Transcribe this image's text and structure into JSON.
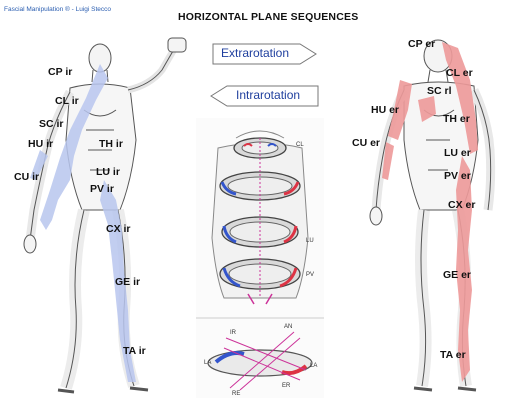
{
  "header": {
    "credit": "Fascial Manipulation ® - Luigi Stecco",
    "title": "HORIZONTAL PLANE SEQUENCES"
  },
  "arrows": {
    "extra": "Extrarotation",
    "intra": "Intrarotation"
  },
  "left_labels": {
    "cp": "CP ir",
    "cl": "CL ir",
    "sc": "SC ir",
    "hu": "HU ir",
    "th": "TH ir",
    "cu": "CU ir",
    "lu": "LU ir",
    "pv": "PV ir",
    "cx": "CX ir",
    "ge": "GE ir",
    "ta": "TA ir"
  },
  "right_labels": {
    "cp": "CP er",
    "cl": "CL er",
    "sc": "SC rl",
    "hu": "HU er",
    "th": "TH er",
    "cu": "CU er",
    "lu": "LU er",
    "pv": "PV er",
    "cx": "CX er",
    "ge": "GE er",
    "ta": "TA er"
  },
  "diagram_small": {
    "cl": "CL",
    "lu": "LU",
    "pv": "PV",
    "ir": "IR",
    "an": "AN",
    "la_left": "LA",
    "la_right": "LA",
    "er": "ER",
    "re": "RE"
  },
  "colors": {
    "ir": "#b8c6ee",
    "er": "#ee9a9a",
    "blue_accent": "#3355cc",
    "red_accent": "#dd3344",
    "magenta": "#cc3399",
    "arrow_text": "#1f3f9e"
  }
}
